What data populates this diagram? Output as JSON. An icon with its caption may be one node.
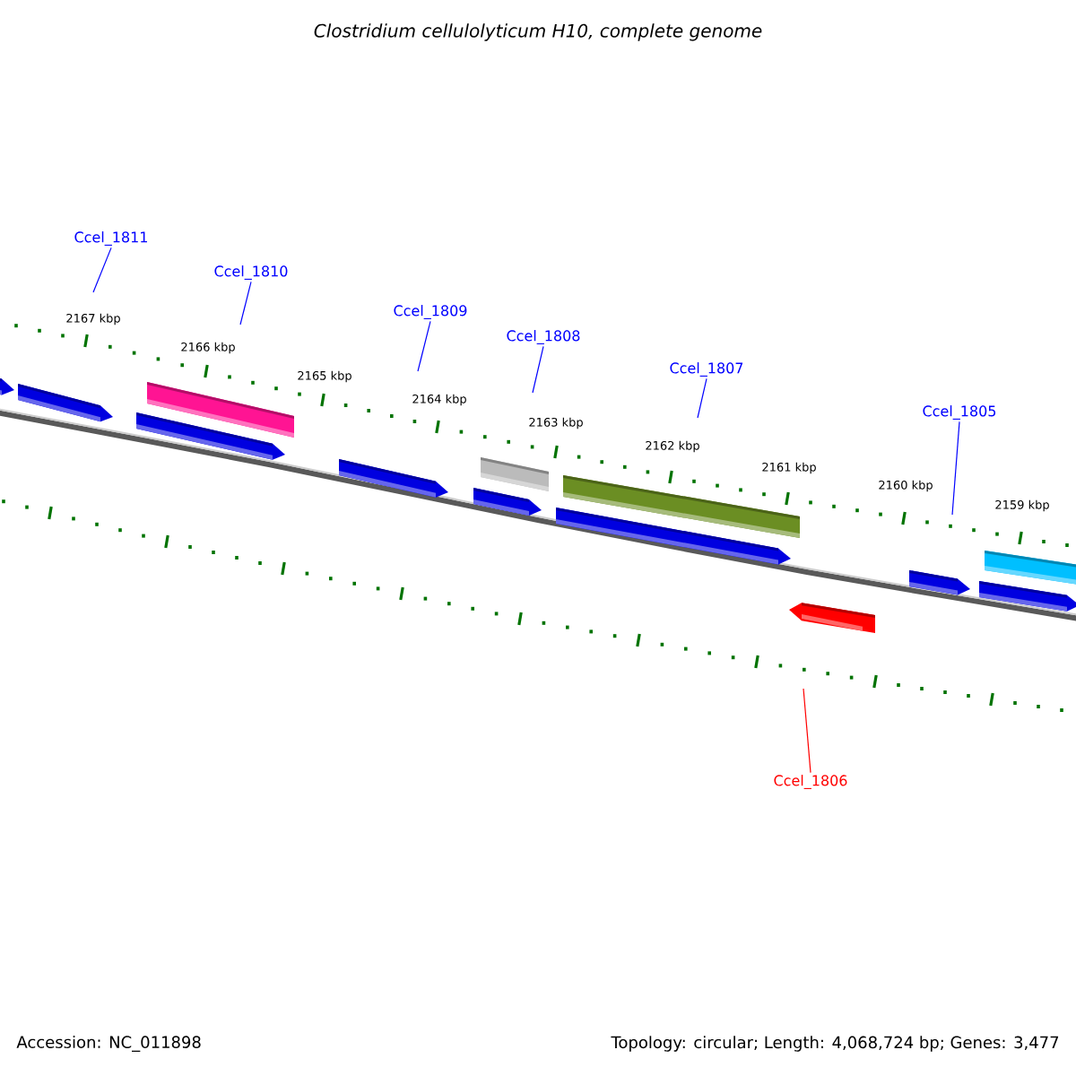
{
  "diagram": {
    "title": "Clostridium cellulolyticum H10, complete genome",
    "nodes": [
      {
        "text": [
          "Ccel_1811"
        ]
      },
      {
        "text": [
          "Ccel_1810"
        ]
      },
      {
        "text": [
          "Ccel_1809"
        ]
      },
      {
        "text": [
          "Ccel_1808"
        ]
      },
      {
        "text": [
          "Ccel_1807"
        ]
      },
      {
        "text": [
          "Ccel_1805"
        ]
      },
      {
        "text": [
          "Ccel_1806"
        ]
      }
    ],
    "edges": [
      {
        "from": 0,
        "to": null,
        "arrow": "none"
      },
      {
        "from": 1,
        "to": null,
        "arrow": "none"
      },
      {
        "from": 2,
        "to": null,
        "arrow": "none"
      },
      {
        "from": 3,
        "to": null,
        "arrow": "none"
      },
      {
        "from": 4,
        "to": null,
        "arrow": "none"
      },
      {
        "from": 5,
        "to": null,
        "arrow": "none"
      },
      {
        "from": 6,
        "to": null,
        "arrow": "none",
        "color": "#ff0000"
      }
    ],
    "labels": [
      "2167 kbp",
      "2166 kbp",
      "2165 kbp",
      "2164 kbp",
      "2163 kbp",
      "2162 kbp",
      "2161 kbp",
      "2160 kbp",
      "2159 kbp",
      "Accession: NC_011898",
      "Topology: circular; Length: 4,068,724 bp; Genes: 3,477"
    ]
  }
}
